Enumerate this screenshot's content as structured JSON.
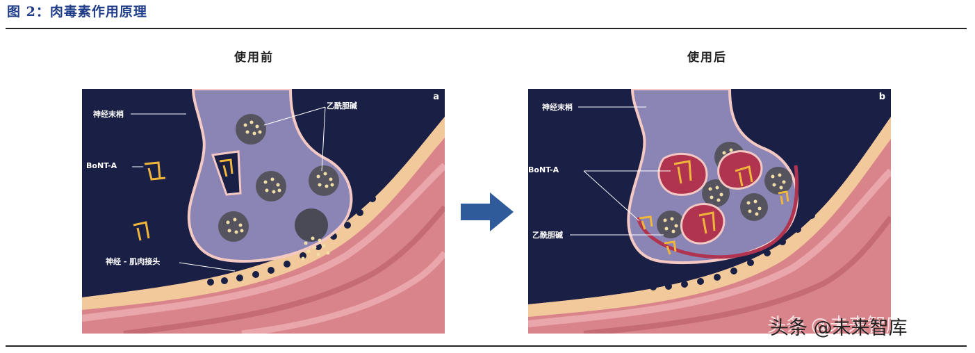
{
  "figure": {
    "title": "图 2：肉毒素作用原理"
  },
  "panels": {
    "before": {
      "label": "使用前",
      "corner": "a",
      "annotations": {
        "nerve_ending": "神经末梢",
        "acetylcholine": "乙酰胆碱",
        "bont_a": "BoNT-A",
        "junction": "神经 - 肌肉接头"
      }
    },
    "after": {
      "label": "使用后",
      "corner": "b",
      "annotations": {
        "nerve_ending": "神经末梢",
        "bont_a": "BoNT-A",
        "acetylcholine": "乙酰胆碱"
      }
    }
  },
  "watermark": "头条 @未来智库",
  "colors": {
    "background": "#1a1f45",
    "nerve": "#8a85b5",
    "membrane": "#f4c9c4",
    "vesicle": "#55545e",
    "acetylcholine_dot": "#f2dfa8",
    "toxin": "#f0b63a",
    "toxin_bound": "#b0334f",
    "muscle": "#d9848a",
    "fat_layer": "#f2c99a",
    "arrow": "#2f5b9a",
    "title": "#1f3c88"
  }
}
